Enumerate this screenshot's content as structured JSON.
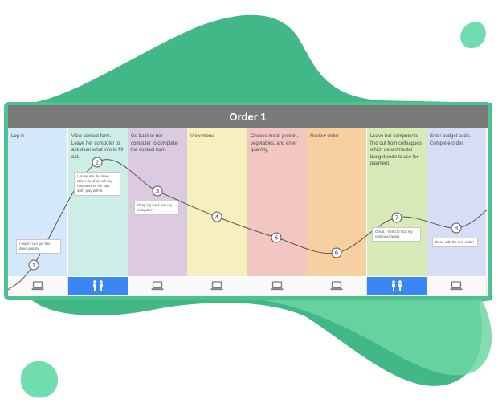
{
  "title": "Order 1",
  "colors": {
    "blob": "#4cc28f",
    "title_bar": "#7a7a7a",
    "people_footer": "#3a86f4",
    "curve": "#555555"
  },
  "steps": [
    {
      "label": "Log in",
      "color": "#d3e8fa",
      "num": "1",
      "note": "I hope I can get this done quickly",
      "icon": "laptop-icon"
    },
    {
      "label": "View contact form. Leave her computer to ask dean what info to fill out.",
      "color": "#cdeee6",
      "num": "2",
      "note": "Let me ask the dean. Now I need to lock my computer so the kids don't play with it.",
      "icon": "people-icon"
    },
    {
      "label": "Go back to her computer to complete the contact form.",
      "color": "#dccbe0",
      "num": "3",
      "note": "Okay log back into my computer.",
      "icon": "laptop-icon"
    },
    {
      "label": "View menu",
      "color": "#f6efbe",
      "num": "4",
      "note": "",
      "icon": "laptop-icon"
    },
    {
      "label": "Choose meat, protein, vegetables, and enter quantity.",
      "color": "#f2c7c2",
      "num": "5",
      "note": "",
      "icon": "laptop-icon"
    },
    {
      "label": "Review order",
      "color": "#f7d0a2",
      "num": "6",
      "note": "",
      "icon": "laptop-icon"
    },
    {
      "label": "Leave her computer to find out from colleagues which departmental budget code to use for payment.",
      "color": "#d7eab8",
      "num": "7",
      "note": "Great, I need to lock my computer again.",
      "icon": "people-icon"
    },
    {
      "label": "Enter budget code. Complete order.",
      "color": "#d8ddf6",
      "num": "8",
      "note": "Done with the first order!",
      "icon": "laptop-icon"
    }
  ]
}
